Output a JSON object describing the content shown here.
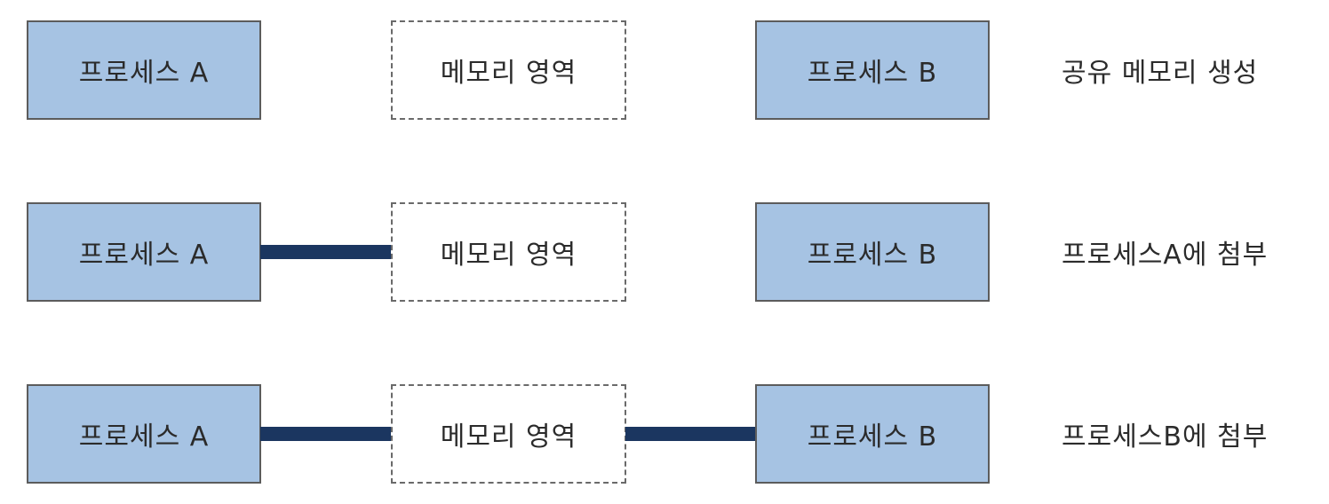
{
  "colors": {
    "process_fill": "#a6c3e3",
    "process_border": "#5c5c5c",
    "memory_border": "#6a6a6a",
    "connector": "#1b3660",
    "text": "#2b2b2b"
  },
  "rows": [
    {
      "process_a": "프로세스 A",
      "memory": "메모리 영역",
      "process_b": "프로세스 B",
      "caption": "공유 메모리 생성"
    },
    {
      "process_a": "프로세스 A",
      "memory": "메모리 영역",
      "process_b": "프로세스 B",
      "caption": "프로세스A에 첨부"
    },
    {
      "process_a": "프로세스 A",
      "memory": "메모리 영역",
      "process_b": "프로세스 B",
      "caption": "프로세스B에 첨부"
    }
  ]
}
